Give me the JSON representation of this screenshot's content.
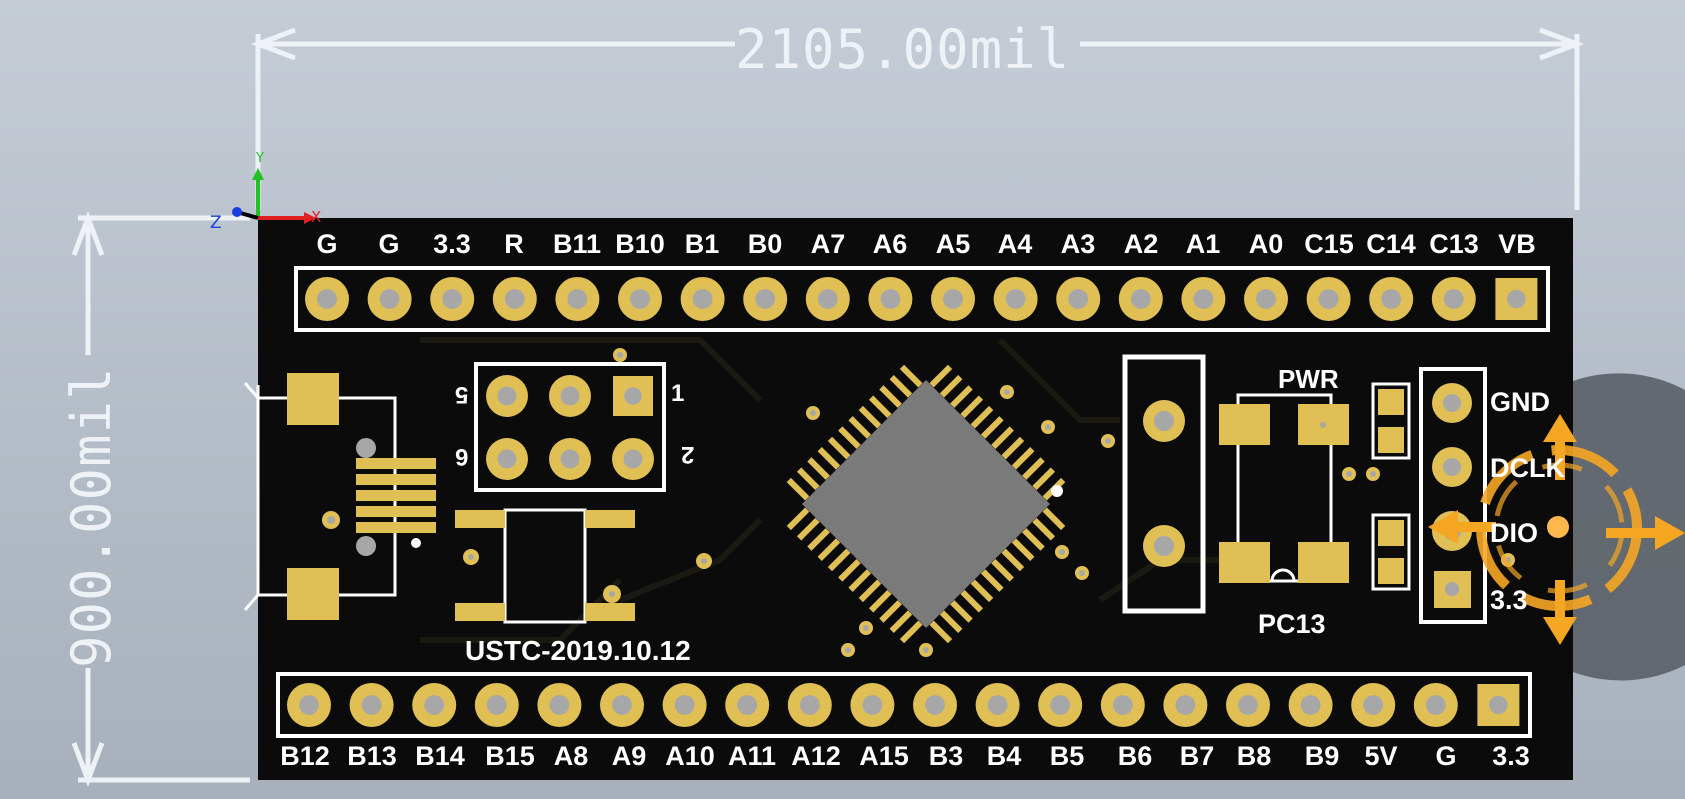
{
  "dimensions": {
    "width_label": "2105.00mil",
    "height_label": "900.00mil"
  },
  "axes": {
    "x": "X",
    "y": "Y",
    "z": "Z"
  },
  "board": {
    "top_pins": [
      "G",
      "G",
      "3.3",
      "R",
      "B11",
      "B10",
      "B1",
      "B0",
      "A7",
      "A6",
      "A5",
      "A4",
      "A3",
      "A2",
      "A1",
      "A0",
      "C15",
      "C14",
      "C13",
      "VB"
    ],
    "bottom_pins": [
      "B12",
      "B13",
      "B14",
      "B15",
      "A8",
      "A9",
      "A10",
      "A11",
      "A12",
      "A15",
      "B3",
      "B4",
      "B5",
      "B6",
      "B7",
      "B8",
      "B9",
      "5V",
      "G",
      "3.3"
    ],
    "side_pins": [
      "GND",
      "DCLK",
      "DIO",
      "3.3"
    ],
    "header_labels": {
      "pin1": "1",
      "pin2": "2",
      "pin5": "5",
      "pin6": "6"
    },
    "pwr_label": "PWR",
    "pc13_label": "PC13",
    "silk_text": "USTC-2019.10.12"
  },
  "colors": {
    "board": "#0b0b0b",
    "pad": "#e0bf55",
    "hole": "#a7a7a7",
    "chip": "#7a7a7a",
    "gizmo": "#f5a623"
  },
  "gizmo": {
    "icon": "move-gizmo-icon"
  }
}
